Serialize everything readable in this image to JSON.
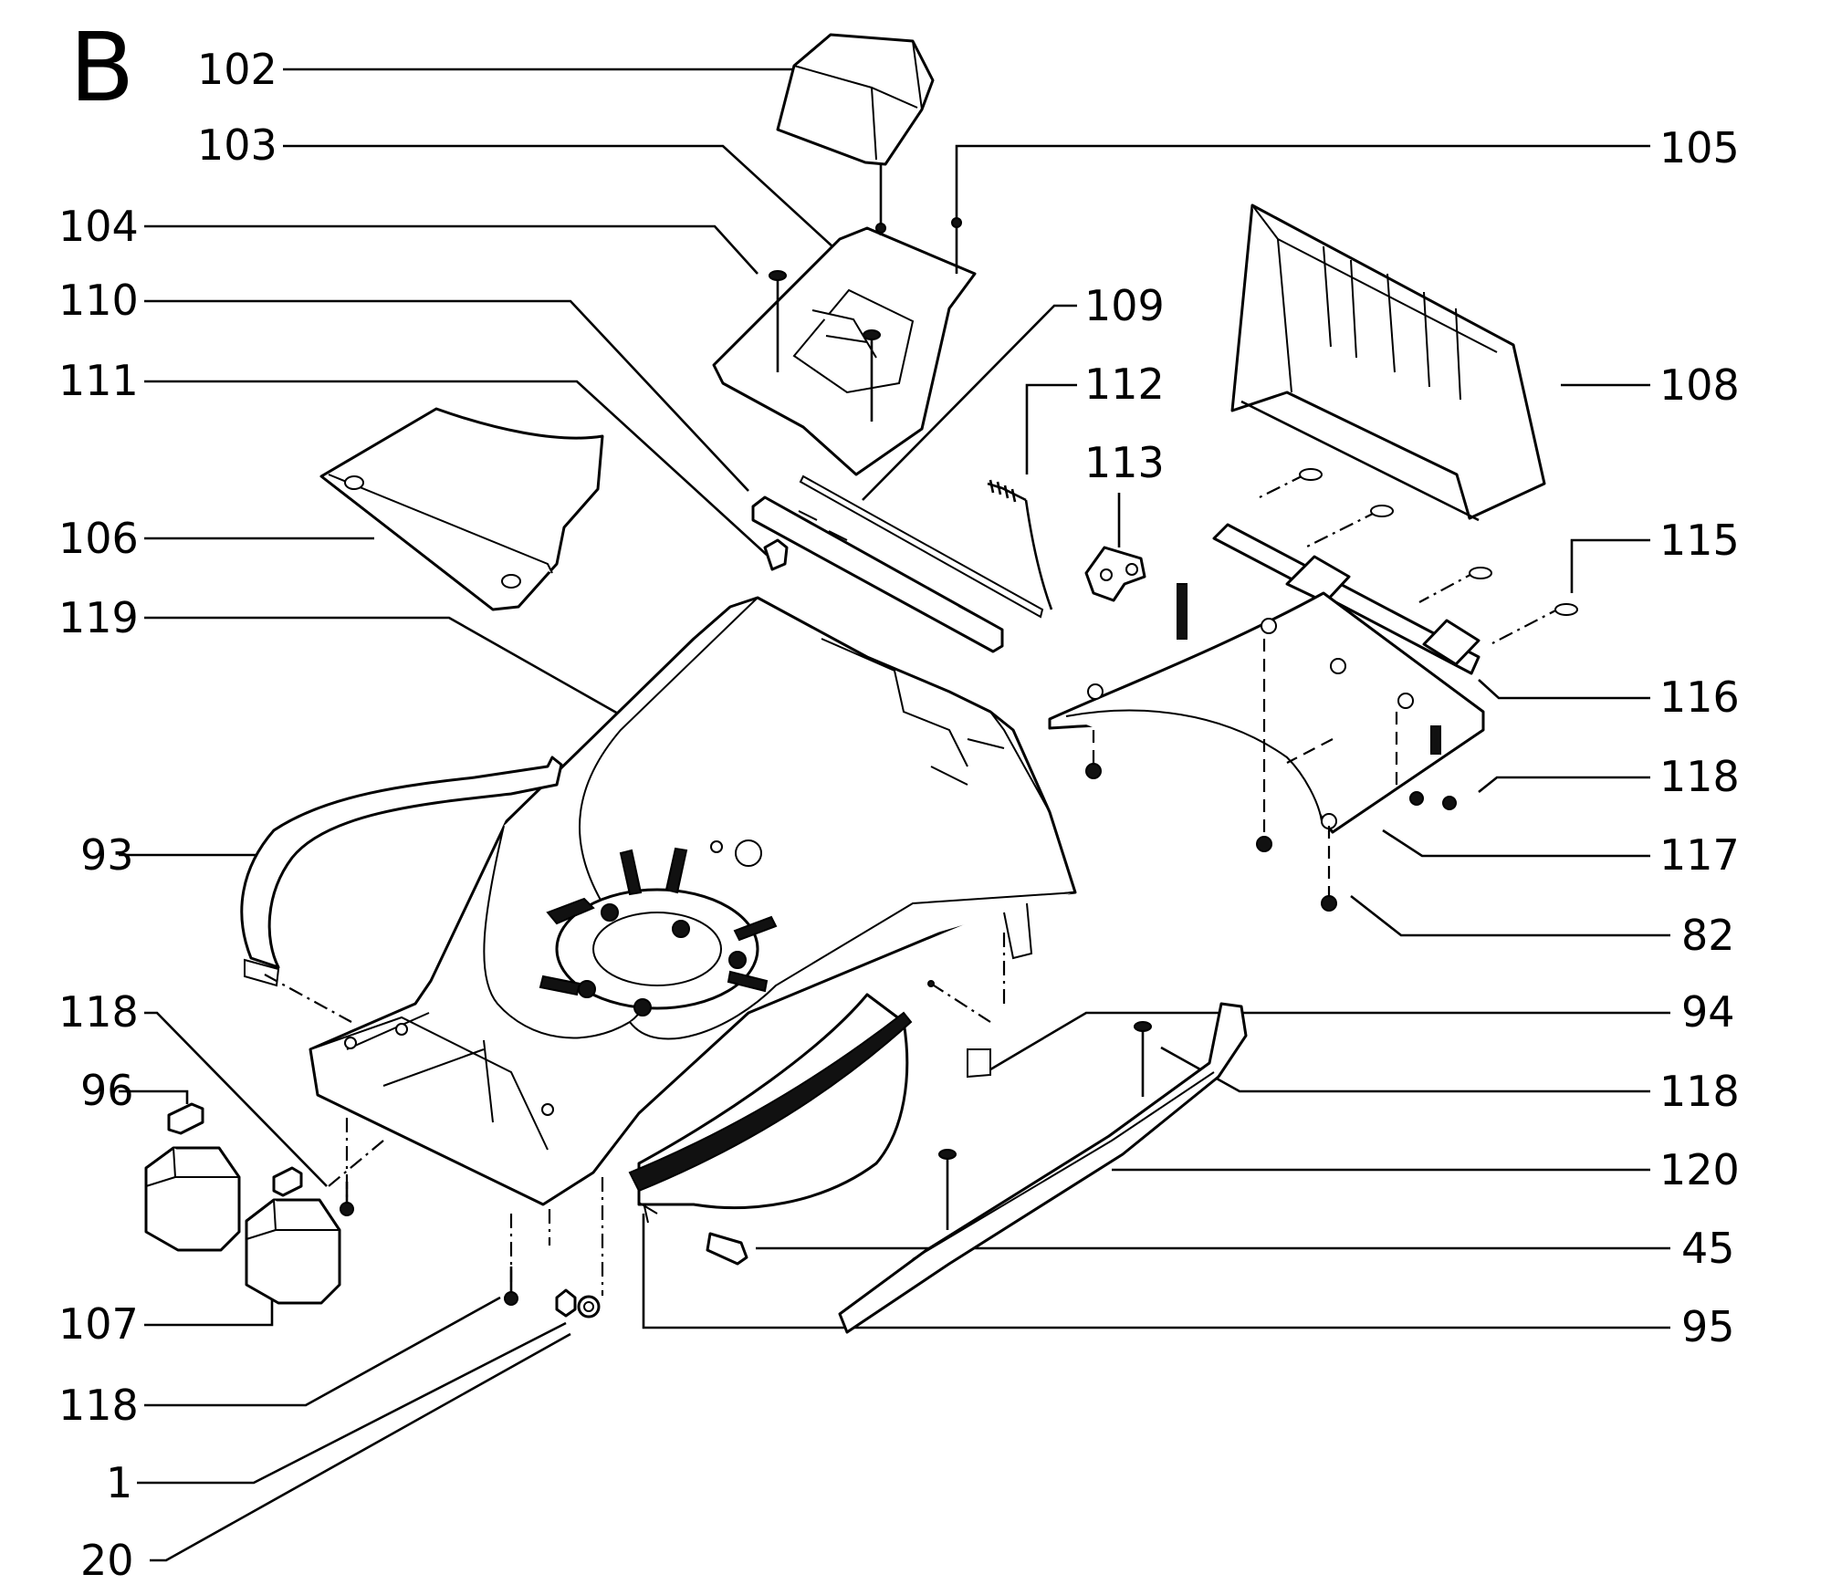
{
  "section_letter": "B",
  "callouts": {
    "c102": "102",
    "c103": "103",
    "c104": "104",
    "c110": "110",
    "c111": "111",
    "c106": "106",
    "c119": "119",
    "c93": "93",
    "c118_a": "118",
    "c96": "96",
    "c107": "107",
    "c118_b": "118",
    "c1": "1",
    "c20": "20",
    "c105": "105",
    "c109": "109",
    "c112": "112",
    "c113": "113",
    "c108": "108",
    "c115": "115",
    "c116": "116",
    "c118_c": "118",
    "c117": "117",
    "c82": "82",
    "c94": "94",
    "c118_d": "118",
    "c120": "120",
    "c45": "45",
    "c95": "95"
  }
}
